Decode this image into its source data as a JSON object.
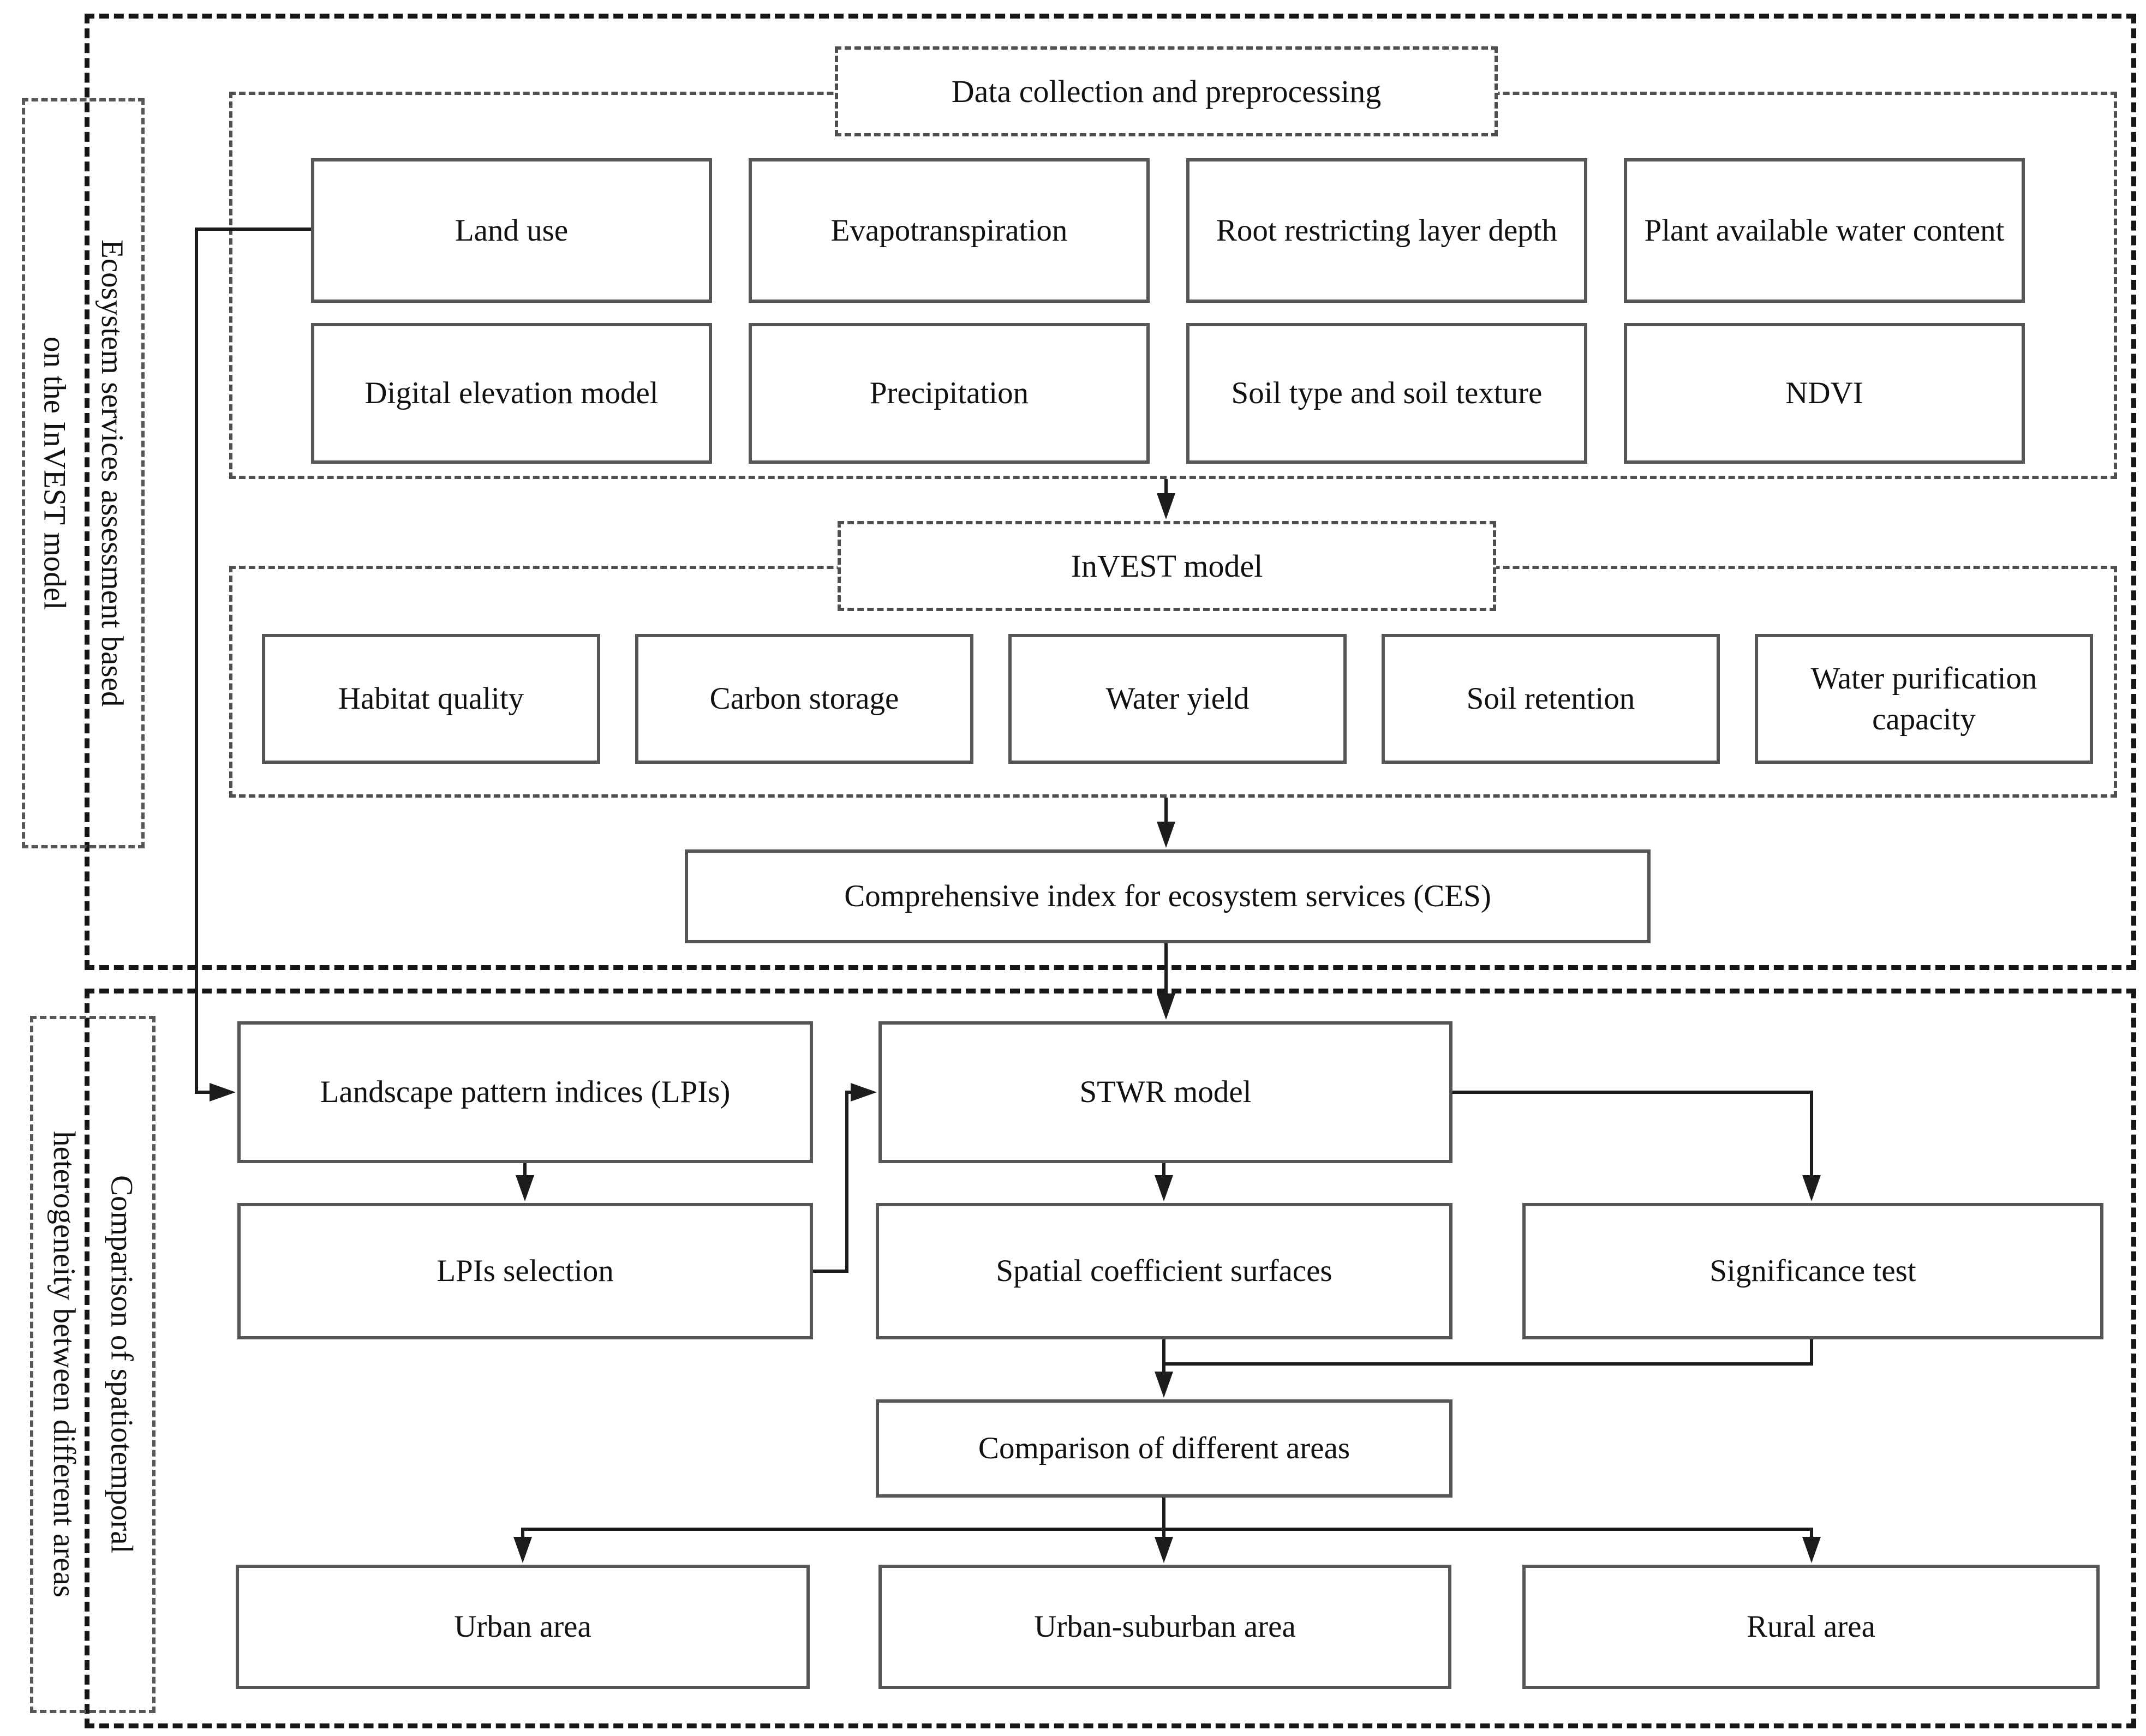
{
  "top_section": {
    "side_label": {
      "line1": "Ecosystem services assessment based",
      "line2": "on the InVEST model"
    },
    "data_group": {
      "title": "Data collection and preprocessing",
      "row1": [
        "Land use",
        "Evapotranspiration",
        "Root restricting layer depth",
        "Plant available water content"
      ],
      "row2": [
        "Digital elevation model",
        "Precipitation",
        "Soil type and soil texture",
        "NDVI"
      ]
    },
    "invest_group": {
      "title": "InVEST model",
      "outputs": [
        "Habitat quality",
        "Carbon storage",
        "Water yield",
        "Soil retention",
        "Water purification capacity"
      ]
    },
    "ces_label": "Comprehensive index for ecosystem services (CES)"
  },
  "bottom_section": {
    "side_label": {
      "line1": "Comparison of spatiotemporal",
      "line2": "heterogeneity between different areas"
    },
    "lpi_label": "Landscape pattern indices (LPIs)",
    "lpi_selection_label": "LPIs selection",
    "stwr_label": "STWR model",
    "coefficient_label": "Spatial coefficient surfaces",
    "significance_label": "Significance test",
    "comparison_label": "Comparison of different areas",
    "areas": [
      "Urban area",
      "Urban-suburban area",
      "Rural area"
    ]
  },
  "colors": {
    "line": "#1c1c1c",
    "box_border": "#565656",
    "dashed_border": "#4f4f4f"
  }
}
